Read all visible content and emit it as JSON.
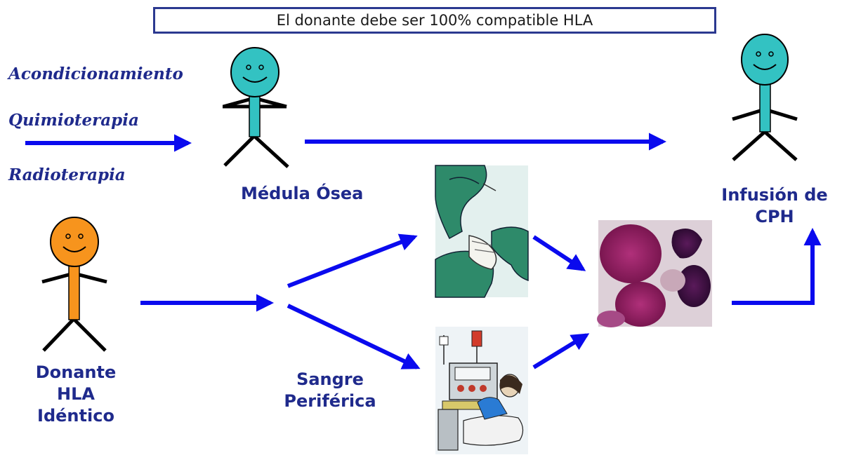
{
  "header": {
    "text": "El donante debe ser 100% compatible HLA"
  },
  "conditioning": {
    "items": [
      "Acondicionamiento",
      "Quimioterapia",
      "Radioterapia"
    ]
  },
  "labels": {
    "bone_marrow": "Médula Ósea",
    "infusion": [
      "Infusión de",
      "CPH"
    ],
    "donor": [
      "Donante",
      "HLA",
      "Idéntico"
    ],
    "peripheral_blood": [
      "Sangre",
      "Periférica"
    ]
  },
  "colors": {
    "arrow": "#0a0aee",
    "title_border": "#2b3990",
    "label_text": "#1f2a8c",
    "figure_teal": "#33c2c2",
    "figure_orange": "#f7941d"
  },
  "icons": [
    "stick-figure-patient",
    "stick-figure-recipient",
    "stick-figure-donor",
    "bone-marrow-harvest-illustration",
    "apheresis-illustration",
    "stem-cells-micrograph"
  ]
}
